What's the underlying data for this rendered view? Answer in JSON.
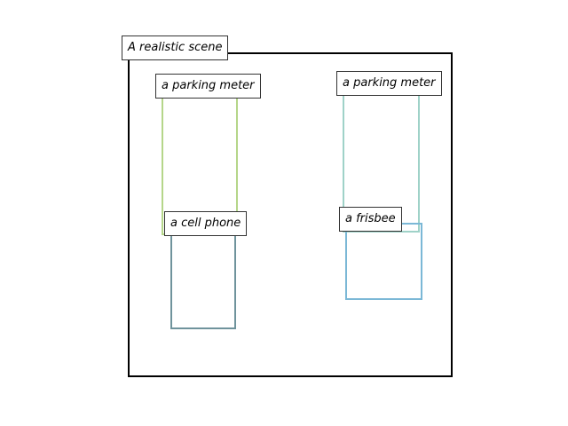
{
  "scene_title": "A realistic scene",
  "objects": [
    {
      "label": "a parking meter",
      "color": "#b5d68a"
    },
    {
      "label": "a parking meter",
      "color": "#9fd2c8"
    },
    {
      "label": "a cell phone",
      "color": "#6f939c"
    },
    {
      "label": "a frisbee",
      "color": "#7bb8d6"
    }
  ]
}
